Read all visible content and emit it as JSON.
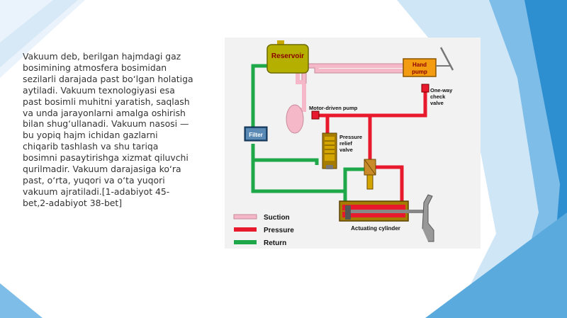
{
  "slide": {
    "body_text": "Vakuum deb, berilgan hajmdagi gaz\nbosimining atmosfera bosimidan\nsezilarli darajada past bo‘lgan holatiga\naytiladi. Vakuum texnologiyasi esa\npast bosimli muhitni yaratish, saqlash\nva unda jarayonlarni amalga oshirish\nbilan shug‘ullanadi. Vakuum nasosi —\nbu yopiq hajm ichidan gazlarni\nchiqarib tashlash va shu tariqa\nbosimni pasaytirishga xizmat qiluvchi\nqurilmadir. Vakuum darajasiga ko‘ra\npast, o‘rta, yuqori va o‘ta yuqori\nvakuum ajratiladi.[1-adabiyot 45-\nbet,2-adabiyot 38-bet]"
  },
  "diagram": {
    "labels": {
      "reservoir": "Reservoir",
      "hand_pump": [
        "Hand",
        "pump"
      ],
      "check_valve": [
        "One-way",
        "check",
        "valve"
      ],
      "motor_pump": "Motor-driven pump",
      "filter": "Filter",
      "relief_valve": [
        "Pressure",
        "relief",
        "valve"
      ],
      "cylinder": "Actuating cylinder"
    },
    "legend": [
      {
        "label": "Suction",
        "color": "#f4b8c8"
      },
      {
        "label": "Pressure",
        "color": "#e8192c"
      },
      {
        "label": "Return",
        "color": "#1fa84a"
      }
    ]
  },
  "colors": {
    "suction": "#f4b8c8",
    "pressure": "#e8192c",
    "return": "#1fa84a",
    "accent_blue": "#2e8fd0"
  }
}
